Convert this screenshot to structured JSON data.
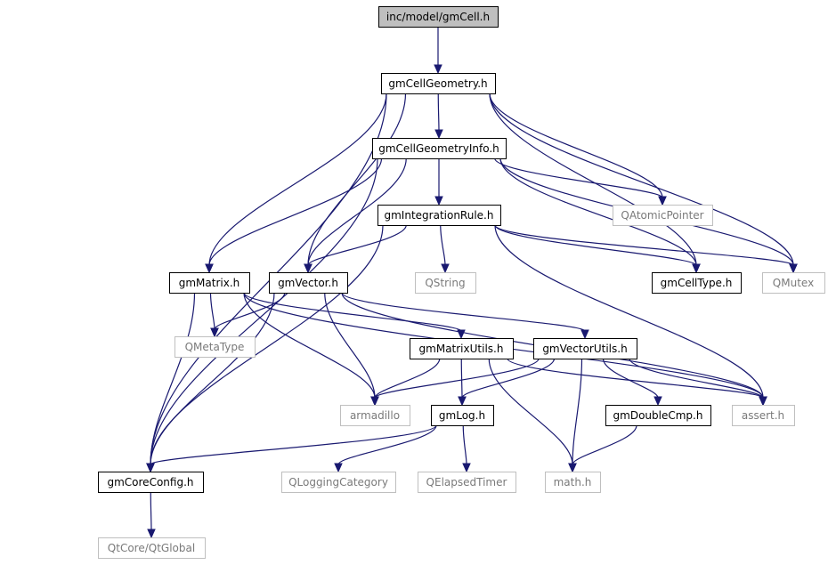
{
  "diagram": {
    "nodes": {
      "gmCell": {
        "label": "inc/model/gmCell.h",
        "kind": "root"
      },
      "gmCellGeometry": {
        "label": "gmCellGeometry.h",
        "kind": "local"
      },
      "gmCellGeometryInfo": {
        "label": "gmCellGeometryInfo.h",
        "kind": "local"
      },
      "gmIntegrationRule": {
        "label": "gmIntegrationRule.h",
        "kind": "local"
      },
      "QAtomicPointer": {
        "label": "QAtomicPointer",
        "kind": "external"
      },
      "gmMatrix": {
        "label": "gmMatrix.h",
        "kind": "local"
      },
      "gmVector": {
        "label": "gmVector.h",
        "kind": "local"
      },
      "QString": {
        "label": "QString",
        "kind": "external"
      },
      "gmCellType": {
        "label": "gmCellType.h",
        "kind": "local"
      },
      "QMutex": {
        "label": "QMutex",
        "kind": "external"
      },
      "QMetaType": {
        "label": "QMetaType",
        "kind": "external"
      },
      "gmMatrixUtils": {
        "label": "gmMatrixUtils.h",
        "kind": "local"
      },
      "gmVectorUtils": {
        "label": "gmVectorUtils.h",
        "kind": "local"
      },
      "armadillo": {
        "label": "armadillo",
        "kind": "external"
      },
      "gmLog": {
        "label": "gmLog.h",
        "kind": "local"
      },
      "gmDoubleCmp": {
        "label": "gmDoubleCmp.h",
        "kind": "local"
      },
      "assert": {
        "label": "assert.h",
        "kind": "external"
      },
      "gmCoreConfig": {
        "label": "gmCoreConfig.h",
        "kind": "local"
      },
      "QLoggingCategory": {
        "label": "QLoggingCategory",
        "kind": "external"
      },
      "QElapsedTimer": {
        "label": "QElapsedTimer",
        "kind": "external"
      },
      "math": {
        "label": "math.h",
        "kind": "external"
      },
      "QtGlobal": {
        "label": "QtCore/QtGlobal",
        "kind": "external"
      }
    },
    "edges": [
      [
        "gmCell",
        "gmCellGeometry"
      ],
      [
        "gmCellGeometry",
        "gmCellGeometryInfo"
      ],
      [
        "gmCellGeometry",
        "QAtomicPointer"
      ],
      [
        "gmCellGeometry",
        "gmCellType"
      ],
      [
        "gmCellGeometry",
        "QMutex"
      ],
      [
        "gmCellGeometry",
        "gmMatrix"
      ],
      [
        "gmCellGeometry",
        "gmVector"
      ],
      [
        "gmCellGeometry",
        "gmCoreConfig"
      ],
      [
        "gmCellGeometryInfo",
        "gmIntegrationRule"
      ],
      [
        "gmCellGeometryInfo",
        "QAtomicPointer"
      ],
      [
        "gmCellGeometryInfo",
        "gmCellType"
      ],
      [
        "gmCellGeometryInfo",
        "QMutex"
      ],
      [
        "gmCellGeometryInfo",
        "gmMatrix"
      ],
      [
        "gmCellGeometryInfo",
        "gmVector"
      ],
      [
        "gmCellGeometryInfo",
        "gmCoreConfig"
      ],
      [
        "gmIntegrationRule",
        "gmVector"
      ],
      [
        "gmIntegrationRule",
        "QString"
      ],
      [
        "gmIntegrationRule",
        "gmCellType"
      ],
      [
        "gmIntegrationRule",
        "QMutex"
      ],
      [
        "gmIntegrationRule",
        "assert"
      ],
      [
        "gmIntegrationRule",
        "gmCoreConfig"
      ],
      [
        "gmMatrix",
        "QMetaType"
      ],
      [
        "gmMatrix",
        "gmMatrixUtils"
      ],
      [
        "gmMatrix",
        "armadillo"
      ],
      [
        "gmMatrix",
        "gmCoreConfig"
      ],
      [
        "gmMatrix",
        "assert"
      ],
      [
        "gmVector",
        "QMetaType"
      ],
      [
        "gmVector",
        "gmVectorUtils"
      ],
      [
        "gmVector",
        "armadillo"
      ],
      [
        "gmVector",
        "gmCoreConfig"
      ],
      [
        "gmVector",
        "assert"
      ],
      [
        "gmMatrixUtils",
        "armadillo"
      ],
      [
        "gmMatrixUtils",
        "gmLog"
      ],
      [
        "gmMatrixUtils",
        "math"
      ],
      [
        "gmMatrixUtils",
        "assert"
      ],
      [
        "gmVectorUtils",
        "armadillo"
      ],
      [
        "gmVectorUtils",
        "gmLog"
      ],
      [
        "gmVectorUtils",
        "math"
      ],
      [
        "gmVectorUtils",
        "gmDoubleCmp"
      ],
      [
        "gmVectorUtils",
        "assert"
      ],
      [
        "gmLog",
        "gmCoreConfig"
      ],
      [
        "gmLog",
        "QLoggingCategory"
      ],
      [
        "gmLog",
        "QElapsedTimer"
      ],
      [
        "gmDoubleCmp",
        "math"
      ],
      [
        "gmCoreConfig",
        "QtGlobal"
      ]
    ]
  }
}
